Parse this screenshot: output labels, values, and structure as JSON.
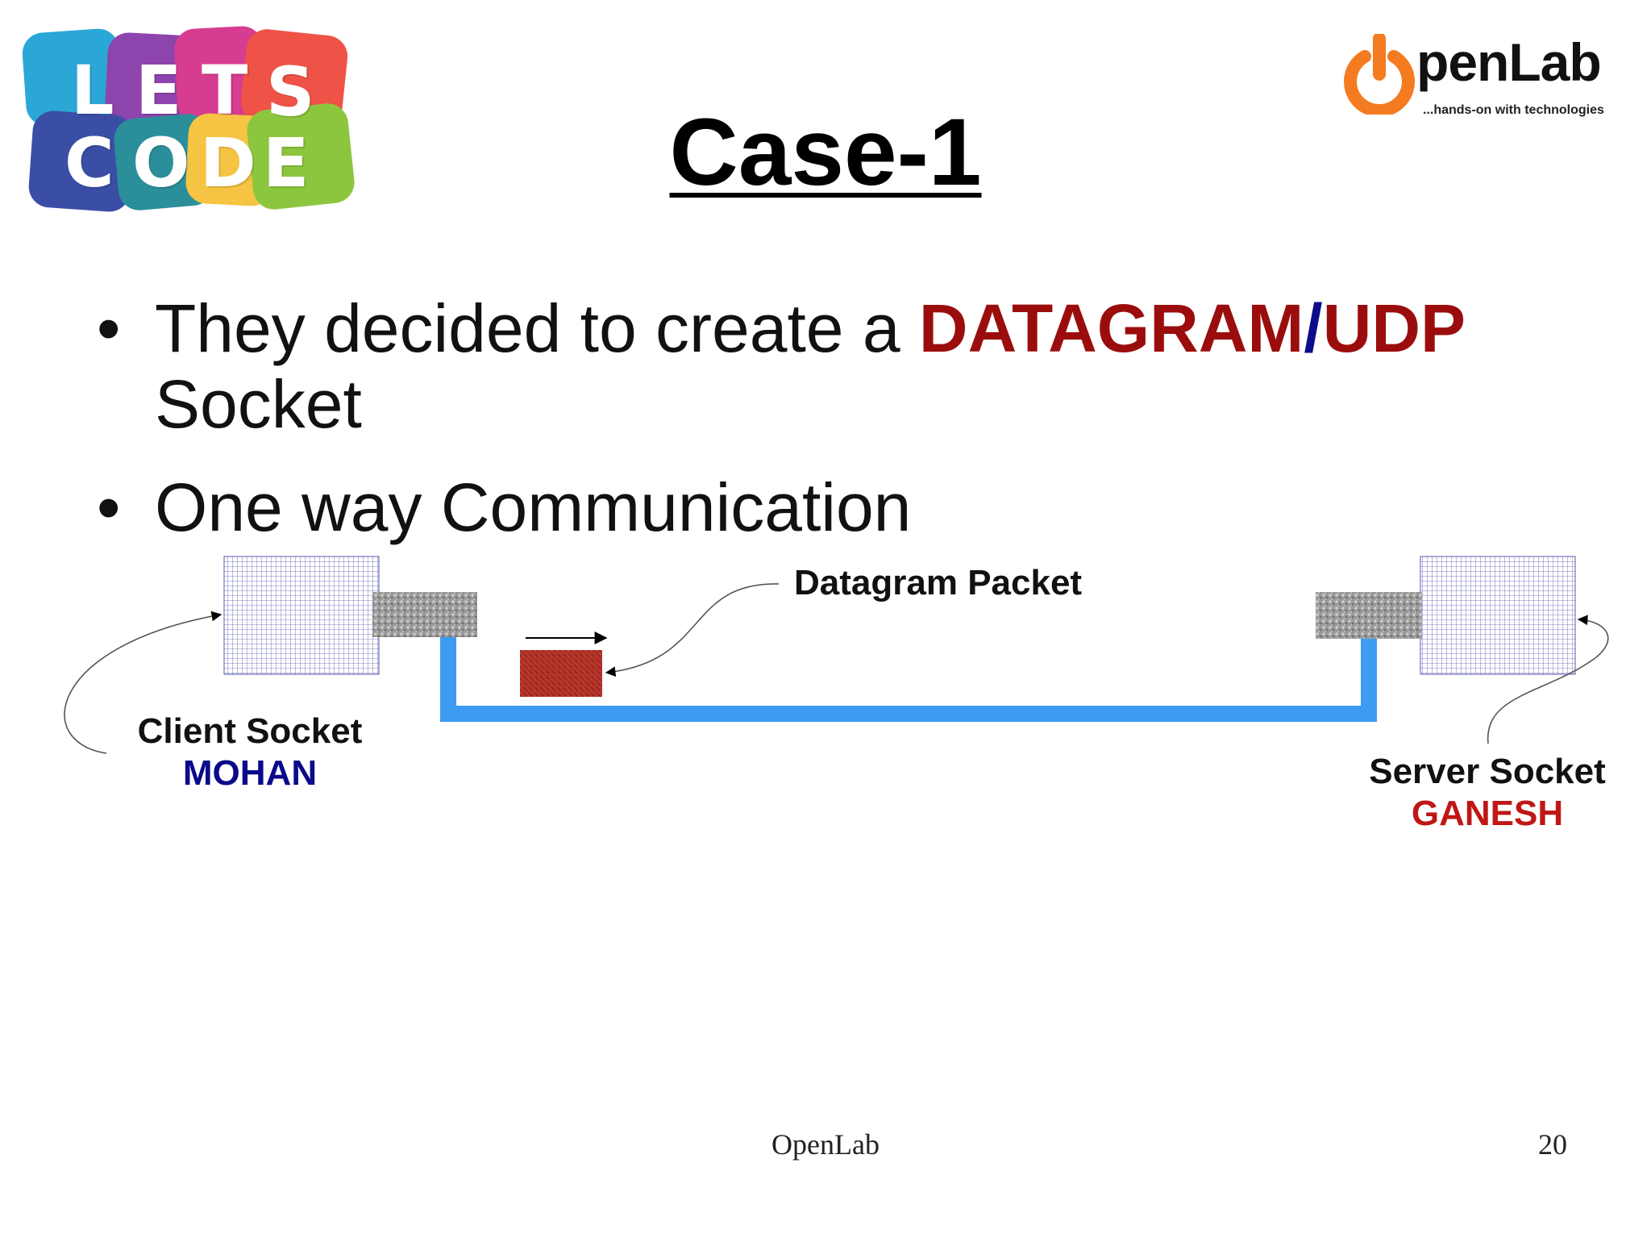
{
  "logo_left": {
    "row1": [
      "L",
      "E",
      "T",
      "S"
    ],
    "row2": [
      "C",
      "O",
      "D",
      "E"
    ],
    "tile_colors": [
      "#2aa7d6",
      "#8e44ad",
      "#d63c8f",
      "#ef5247",
      "#3b4ea6",
      "#2a8f9a",
      "#f6c443",
      "#8cc63f"
    ]
  },
  "logo_right": {
    "wordmark": "penLab",
    "tagline": "...hands-on with technologies",
    "power_color": "#f47b20"
  },
  "title": "Case-1",
  "bullets": {
    "b1_prefix": "They decided to create a ",
    "b1_datagram": "DATAGRAM",
    "b1_slash": "/",
    "b1_udp": "UDP",
    "b1_suffix": "Socket",
    "b2": "One way Communication",
    "marker": "•"
  },
  "diagram": {
    "packet_label": "Datagram Packet",
    "client_label": "Client Socket",
    "client_name": "MOHAN",
    "server_label": "Server Socket",
    "server_name": "GANESH",
    "pipe_color": "#3d9bf2",
    "packet_color": "#c0392b"
  },
  "footer": {
    "center": "OpenLab",
    "page": "20"
  }
}
